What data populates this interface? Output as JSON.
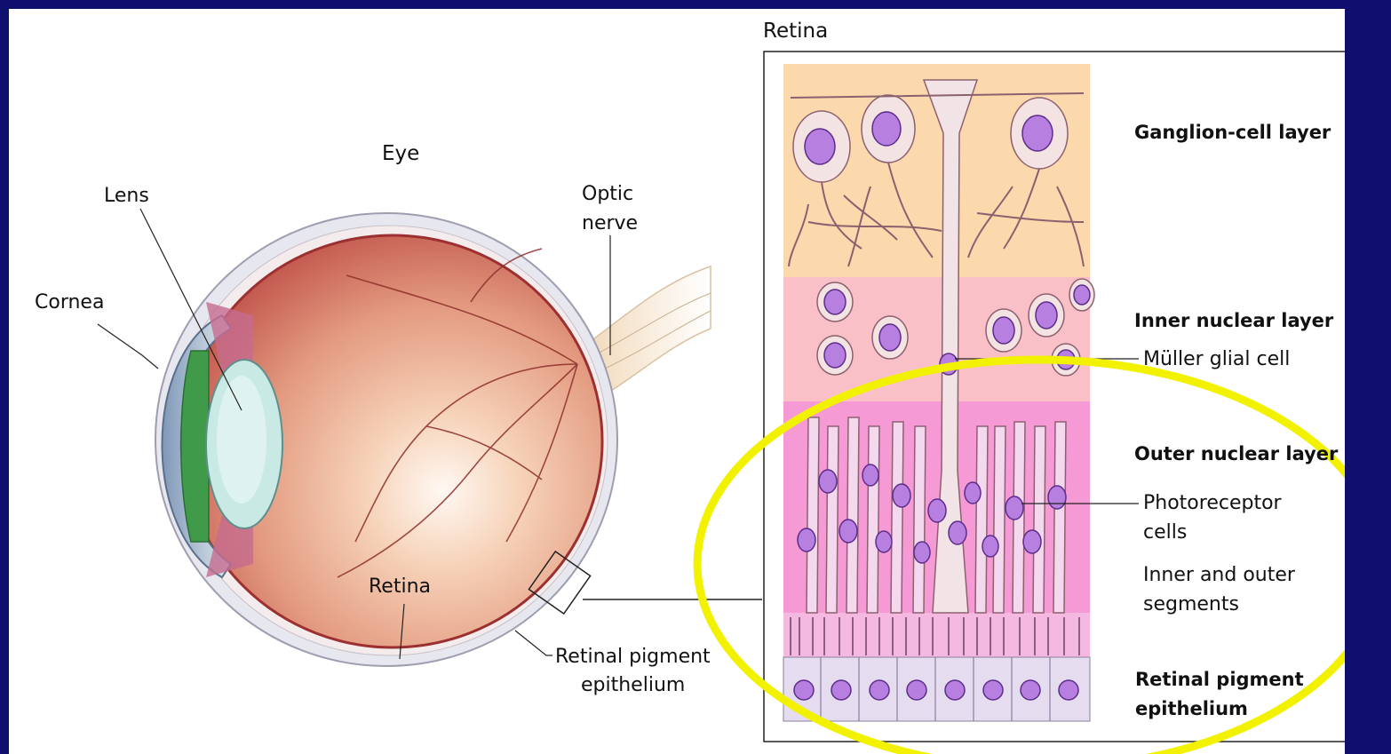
{
  "eye": {
    "title": "Eye",
    "lens": "Lens",
    "optic_nerve_1": "Optic",
    "optic_nerve_2": "nerve",
    "cornea": "Cornea",
    "retina": "Retina",
    "rpe_1": "Retinal pigment",
    "rpe_2": "epithelium"
  },
  "retina_panel": {
    "title": "Retina",
    "ganglion": "Ganglion-cell layer",
    "inner_nuclear": "Inner nuclear layer",
    "muller": "Müller glial cell",
    "outer_nuclear": "Outer nuclear layer",
    "photoreceptor_1": "Photoreceptor",
    "photoreceptor_2": "cells",
    "segments_1": "Inner and outer",
    "segments_2": "segments",
    "rpe_1": "Retinal pigment",
    "rpe_2": "epithelium"
  },
  "colors": {
    "background": "#0f0f6e",
    "highlight": "#f2f200",
    "ganglion_layer": "#fbd9ad",
    "inner_nuclear_layer": "#f9c0c8",
    "outer_nuclear_layer": "#f69ad6",
    "nucleus": "#b77fe0"
  }
}
